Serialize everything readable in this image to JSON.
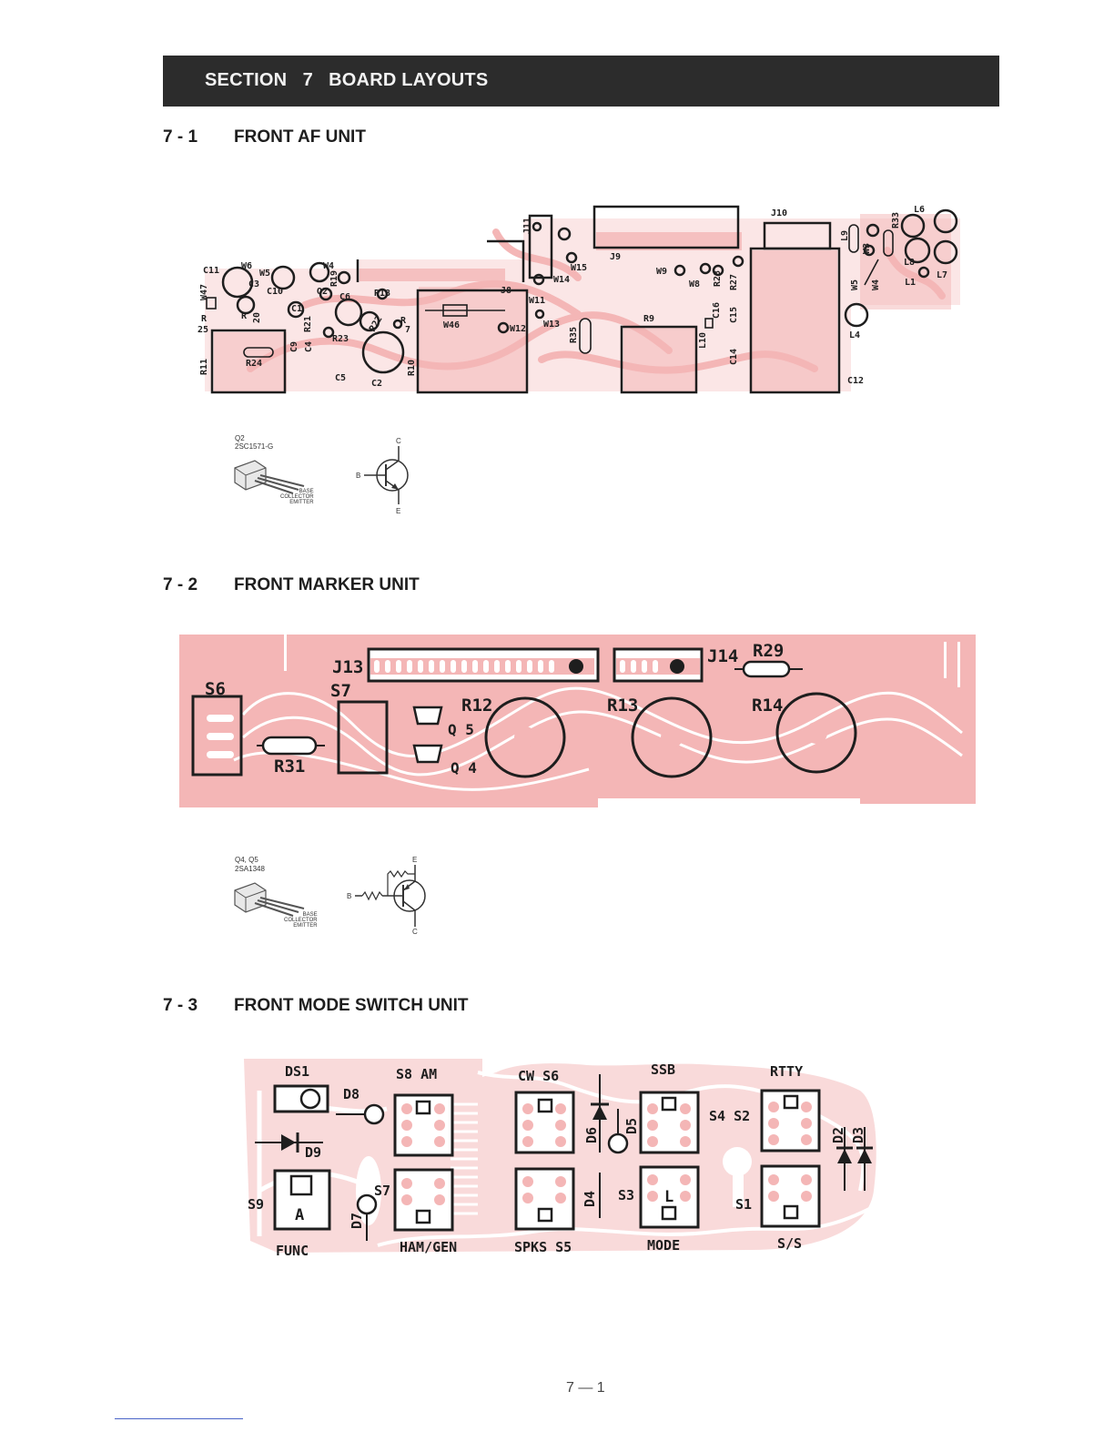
{
  "header": {
    "section_label": "SECTION   7   BOARD LAYOUTS"
  },
  "sections": [
    {
      "number": "7 - 1",
      "title": "FRONT AF UNIT"
    },
    {
      "number": "7 - 2",
      "title": "FRONT MARKER UNIT"
    },
    {
      "number": "7 - 3",
      "title": "FRONT MODE SWITCH UNIT"
    }
  ],
  "af_unit": {
    "labels": [
      "C11",
      "W6",
      "W5",
      "W47",
      "C3",
      "C10",
      "W4",
      "R19",
      "Q2",
      "C6",
      "R18",
      "R",
      "25",
      "R",
      "20",
      "C1",
      "R21",
      "R22",
      "R",
      "7",
      "R23",
      "C9",
      "C4",
      "R11",
      "R24",
      "C5",
      "C2",
      "R10",
      "W46",
      "J8",
      "J11",
      "W15",
      "W14",
      "W11",
      "W12",
      "W13",
      "R35",
      "J9",
      "R9",
      "W9",
      "W8",
      "R28",
      "R27",
      "C16",
      "C15",
      "L10",
      "C14",
      "J10",
      "L9",
      "W3",
      "R33",
      "L6",
      "L8",
      "L7",
      "L1",
      "W5",
      "W4",
      "L4",
      "C12"
    ],
    "transistor": {
      "ref": "Q2",
      "part": "2SC1571-G",
      "pins": "BASE\nCOLLECTOR\nEMITTER",
      "b": "B",
      "c": "C",
      "e": "E"
    }
  },
  "marker_unit": {
    "labels": {
      "j13": "J13",
      "j14": "J14",
      "r29": "R29",
      "s6": "S6",
      "s7": "S7",
      "r12": "R12",
      "r13": "R13",
      "r14": "R14",
      "q5": "Q 5",
      "q4": "Q 4",
      "r31": "R31"
    },
    "transistor": {
      "ref": "Q4, Q5",
      "part": "2SA1348",
      "pins": "BASE\nCOLLECTOR\nEMITTER",
      "b": "B",
      "c": "C",
      "e": "E"
    }
  },
  "mode_unit": {
    "labels": {
      "ds1": "DS1",
      "d8": "D8",
      "d9": "D9",
      "s8am": "S8 AM",
      "cws6": "CW S6",
      "ssb": "SSB",
      "rtty": "RTTY",
      "d6": "D6",
      "d5": "D5",
      "s4s2": "S4 S2",
      "d2": "D2",
      "d3": "D3",
      "s9": "S9",
      "a": "A",
      "s7": "S7",
      "d7": "D7",
      "d4": "D4",
      "s3": "S3",
      "l": "L",
      "s1": "S1",
      "func": "FUNC",
      "hamgen": "HAM/GEN",
      "spkss5": "SPKS S5",
      "mode": "MODE",
      "ss": "S/S"
    }
  },
  "footer": {
    "page": "7 — 1"
  }
}
